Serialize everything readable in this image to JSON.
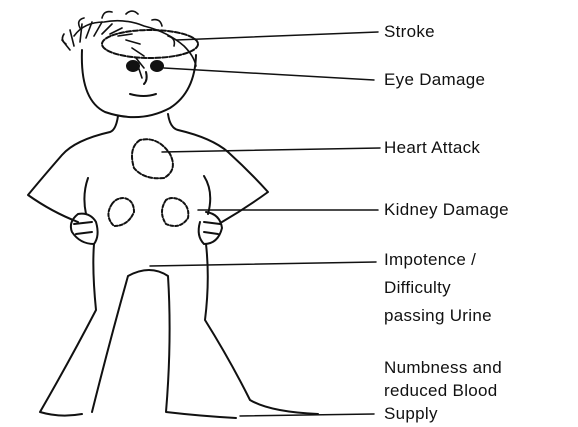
{
  "labels": {
    "stroke": "Stroke",
    "eye": "Eye Damage",
    "heart": "Heart Attack",
    "kidney": "Kidney Damage",
    "impotence": "Impotence /\nDifficulty\npassing Urine",
    "numbness": "Numbness and\nreduced  Blood\nSupply"
  },
  "colors": {
    "ink": "#111111",
    "background": "#ffffff"
  }
}
